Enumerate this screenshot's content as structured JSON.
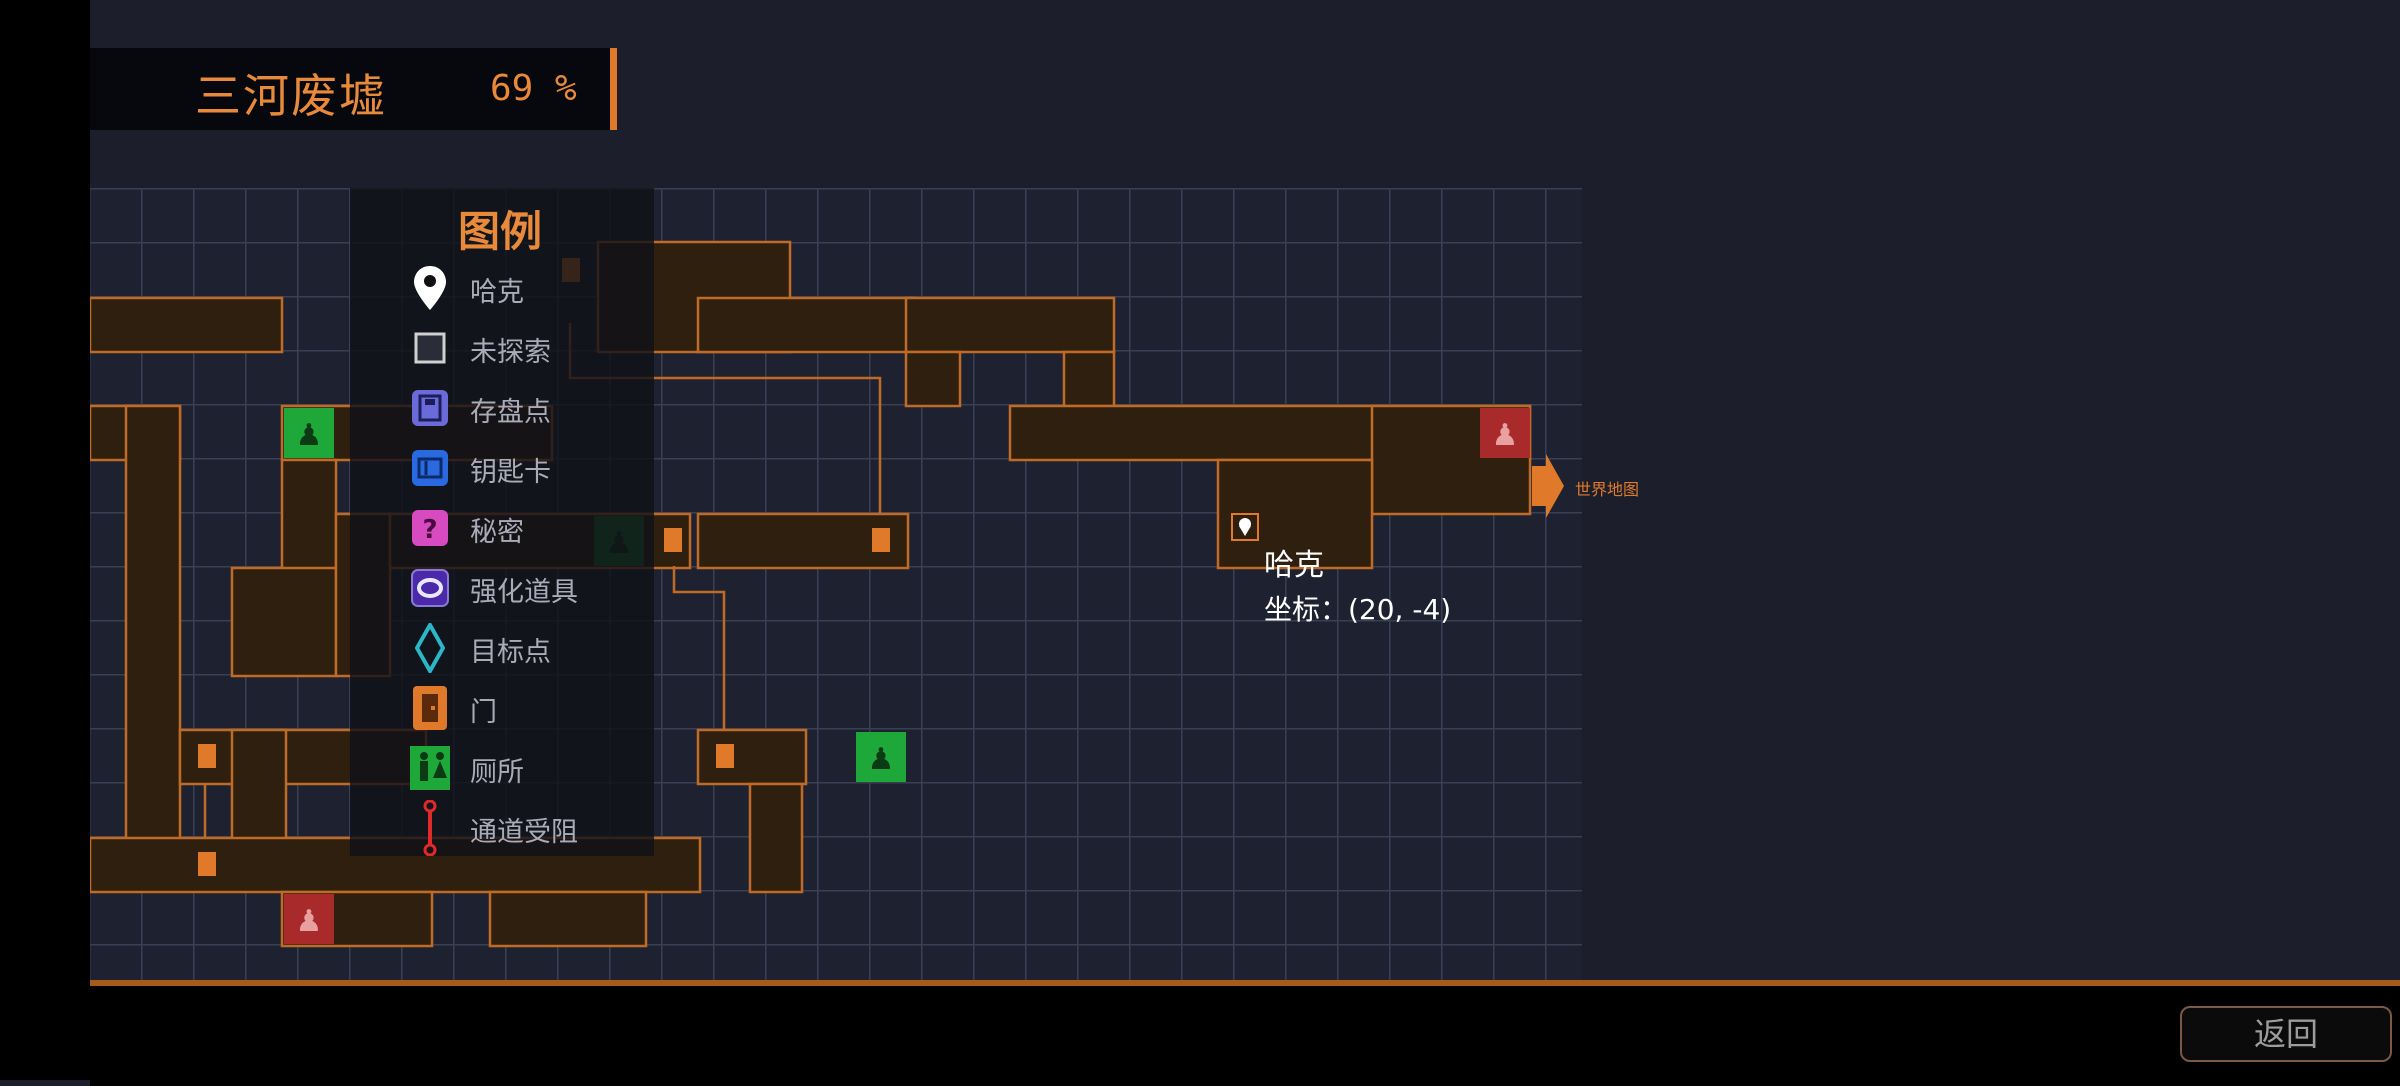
{
  "header": {
    "area_name": "三河废墟",
    "completion": "69 %"
  },
  "legend": {
    "title": "图例",
    "items": [
      {
        "label": "哈克",
        "icon": "player-pin-icon"
      },
      {
        "label": "未探索",
        "icon": "unexplored-square-icon"
      },
      {
        "label": "存盘点",
        "icon": "save-point-icon"
      },
      {
        "label": "钥匙卡",
        "icon": "keycard-icon"
      },
      {
        "label": "秘密",
        "icon": "secret-question-icon"
      },
      {
        "label": "强化道具",
        "icon": "upgrade-ring-icon"
      },
      {
        "label": "目标点",
        "icon": "objective-diamond-icon"
      },
      {
        "label": "门",
        "icon": "door-icon"
      },
      {
        "label": "厕所",
        "icon": "restroom-icon"
      },
      {
        "label": "通道受阻",
        "icon": "blocked-passage-icon"
      }
    ]
  },
  "player": {
    "name": "哈克",
    "coords": "坐标：(20, -4)"
  },
  "map": {
    "exit_label": "世界地图"
  },
  "footer": {
    "back_label": "返回"
  },
  "colors": {
    "accent": "#e07a2a",
    "room_fill": "#2e1f0f",
    "restroom_green": "#1fa83a",
    "restroom_red": "#a82a2a",
    "background": "#1c1f2b"
  }
}
